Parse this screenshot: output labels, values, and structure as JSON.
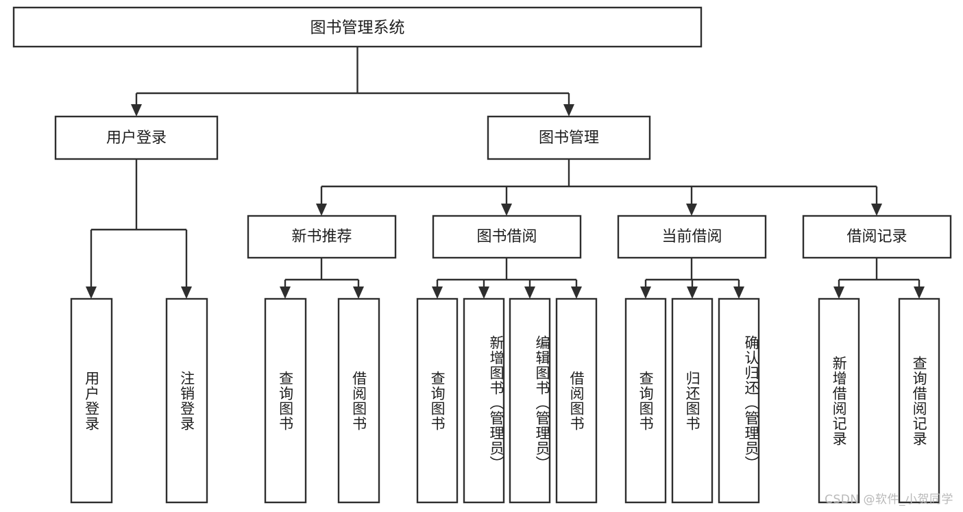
{
  "diagram": {
    "title": "图书管理系统",
    "type": "hierarchy-tree",
    "orientation": "top-down",
    "colors": {
      "stroke": "#2e2e2e",
      "fill": "#ffffff",
      "text": "#1d1d1d",
      "watermark": "#b9b9b9",
      "background": "#ffffff"
    },
    "levels": [
      {
        "level": 1,
        "nodes": [
          {
            "id": "root",
            "label": "图书管理系统",
            "orientation": "horizontal"
          }
        ]
      },
      {
        "level": 2,
        "nodes": [
          {
            "id": "user-login",
            "label": "用户登录",
            "orientation": "horizontal",
            "parent": "root"
          },
          {
            "id": "book-manage",
            "label": "图书管理",
            "orientation": "horizontal",
            "parent": "root"
          }
        ]
      },
      {
        "level": 3,
        "nodes": [
          {
            "id": "new-book-rec",
            "label": "新书推荐",
            "orientation": "horizontal",
            "parent": "book-manage"
          },
          {
            "id": "book-borrow",
            "label": "图书借阅",
            "orientation": "horizontal",
            "parent": "book-manage"
          },
          {
            "id": "current-borrow",
            "label": "当前借阅",
            "orientation": "horizontal",
            "parent": "book-manage"
          },
          {
            "id": "borrow-record",
            "label": "借阅记录",
            "orientation": "horizontal",
            "parent": "book-manage"
          }
        ]
      },
      {
        "level": 4,
        "nodes": [
          {
            "id": "leaf-user-login",
            "label": "用户登录",
            "orientation": "vertical",
            "parent": "user-login"
          },
          {
            "id": "leaf-logout",
            "label": "注销登录",
            "orientation": "vertical",
            "parent": "user-login"
          },
          {
            "id": "leaf-query-book-1",
            "label": "查询图书",
            "orientation": "vertical",
            "parent": "new-book-rec"
          },
          {
            "id": "leaf-borrow-book-1",
            "label": "借阅图书",
            "orientation": "vertical",
            "parent": "new-book-rec"
          },
          {
            "id": "leaf-query-book-2",
            "label": "查询图书",
            "orientation": "vertical",
            "parent": "book-borrow"
          },
          {
            "id": "leaf-add-book",
            "label": "新增图书（管理员）",
            "orientation": "vertical",
            "parent": "book-borrow"
          },
          {
            "id": "leaf-edit-book",
            "label": "编辑图书（管理员）",
            "orientation": "vertical",
            "parent": "book-borrow"
          },
          {
            "id": "leaf-borrow-book-2",
            "label": "借阅图书",
            "orientation": "vertical",
            "parent": "book-borrow"
          },
          {
            "id": "leaf-query-book-3",
            "label": "查询图书",
            "orientation": "vertical",
            "parent": "current-borrow"
          },
          {
            "id": "leaf-return-book",
            "label": "归还图书",
            "orientation": "vertical",
            "parent": "current-borrow"
          },
          {
            "id": "leaf-confirm-return",
            "label": "确认归还（管理员）",
            "orientation": "vertical",
            "parent": "current-borrow"
          },
          {
            "id": "leaf-add-record",
            "label": "新增借阅记录",
            "orientation": "vertical",
            "parent": "borrow-record"
          },
          {
            "id": "leaf-query-record",
            "label": "查询借阅记录",
            "orientation": "vertical",
            "parent": "borrow-record"
          }
        ]
      }
    ]
  },
  "watermark": {
    "text": "CSDN @软件_小贺同学"
  }
}
